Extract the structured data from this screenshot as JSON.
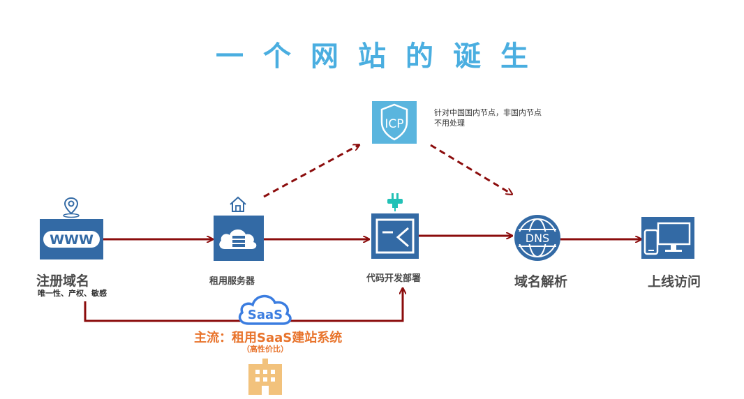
{
  "title": "一个网站的诞生",
  "steps": {
    "register": {
      "label": "注册域名",
      "sub": "唯一性、产权、敏感",
      "icon_text": "WWW"
    },
    "server": {
      "label": "租用服务器"
    },
    "deploy": {
      "label": "代码开发部署"
    },
    "dns": {
      "label": "域名解析",
      "icon_text": "DNS"
    },
    "online": {
      "label": "上线访问"
    }
  },
  "icp": {
    "icon_text": "ICP",
    "note_line1": "针对中国国内节点，非国内节点",
    "note_line2": "不用处理"
  },
  "saas": {
    "badge": "SaaS",
    "main": "主流：租用SaaS建站系统",
    "sub": "（高性价比）"
  },
  "colors": {
    "title": "#4aaee0",
    "icon_blue": "#336aa5",
    "arrow": "#8b0c0c",
    "teal": "#22c1b6",
    "orange": "#e8732b",
    "building": "#f2c27c",
    "icp_bg": "#5ab5de"
  },
  "icons": [
    "map-pin-icon",
    "www-icon",
    "home-icon",
    "cloud-server-icon",
    "plug-icon",
    "code-terminal-icon",
    "icp-shield-icon",
    "dns-globe-icon",
    "devices-icon",
    "saas-cloud-icon",
    "building-icon"
  ]
}
